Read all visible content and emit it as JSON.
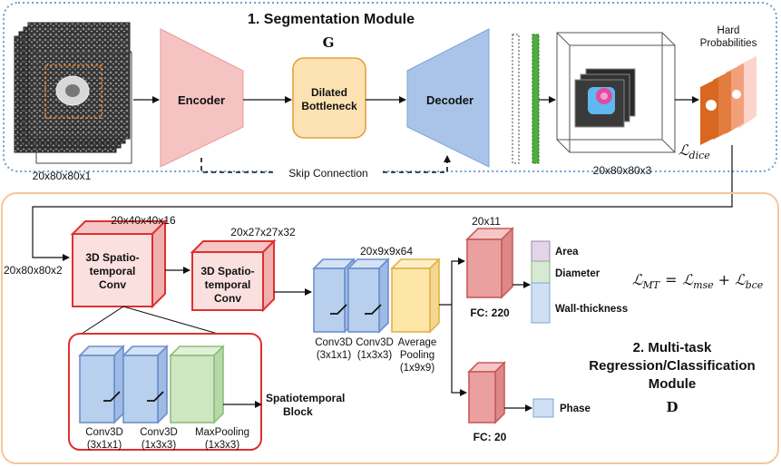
{
  "segmentation": {
    "title": "1. Segmentation Module",
    "generator_symbol": "G",
    "input_dims": "20x80x80x1",
    "encoder_label": "Encoder",
    "bottleneck_line1": "Dilated",
    "bottleneck_line2": "Bottleneck",
    "decoder_label": "Decoder",
    "skip_label": "Skip Connection",
    "output_dims": "20x80x80x3",
    "hard_prob_line1": "Hard",
    "hard_prob_line2": "Probabilities",
    "dice_loss": "ℒ",
    "dice_sub": "dice"
  },
  "multitask": {
    "input_dims": "20x80x80x2",
    "block1_dims": "20x40x40x16",
    "block1_line1": "3D Spatio-",
    "block1_line2": "temporal",
    "block1_line3": "Conv",
    "block2_dims": "20x27x27x32",
    "block2_line1": "3D Spatio-",
    "block2_line2": "temporal",
    "block2_line3": "Conv",
    "conv_dims": "20x9x9x64",
    "conv1_line1": "Conv3D",
    "conv1_line2": "(3x1x1)",
    "conv2_line1": "Conv3D",
    "conv2_line2": "(1x3x3)",
    "pool_line1": "Average",
    "pool_line2": "Pooling",
    "pool_line3": "(1x9x9)",
    "fc1_dims": "20x11",
    "fc1_label": "FC: 220",
    "fc2_label": "FC: 20",
    "out_area": "Area",
    "out_diameter": "Diameter",
    "out_wall": "Wall-thickness",
    "out_phase": "Phase",
    "loss_mt_lhs": "ℒ",
    "loss_mt_lhs_sub": "MT",
    "loss_eq": "=",
    "loss_mse": "ℒ",
    "loss_mse_sub": "mse",
    "loss_plus": "+",
    "loss_bce": "ℒ",
    "loss_bce_sub": "bce",
    "title_line1": "2. Multi-task",
    "title_line2": "Regression/Classification",
    "title_line3": "Module",
    "discriminator_symbol": "D"
  },
  "st_block": {
    "conv1_line1": "Conv3D",
    "conv1_line2": "(3x1x1)",
    "conv2_line1": "Conv3D",
    "conv2_line2": "(1x3x3)",
    "pool_line1": "MaxPooling",
    "pool_line2": "(1x3x3)",
    "label_line1": "Spatiotemporal",
    "label_line2": "Block"
  },
  "colors": {
    "seg_border": "#6b9fd4",
    "mt_border": "#f2c79a",
    "encoder": "#f6c3c3",
    "bottleneck_fill": "#fde2b3",
    "bottleneck_stroke": "#e3a23a",
    "decoder": "#a9c4e8",
    "red_cube": "#e0302e",
    "blue_cube": "#b9cfee",
    "green_cube": "#cfe6c2",
    "yellow_cube": "#fde6a8",
    "fc_cube": "#eba0a0",
    "hard_prob": "#d9671f",
    "area": "#e3d4ea",
    "diameter": "#d5ead0",
    "wall": "#cfe0f5",
    "phase": "#cfe0f5"
  }
}
